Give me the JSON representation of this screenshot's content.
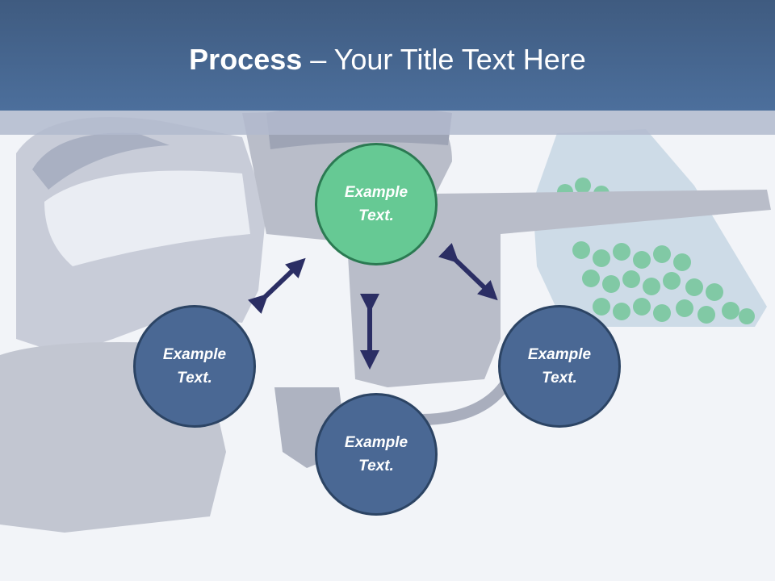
{
  "title": {
    "bold": "Process",
    "rest": " – Your Title Text Here"
  },
  "nodes": [
    {
      "id": "center",
      "label": "Example Text."
    },
    {
      "id": "left",
      "label": "Example Text."
    },
    {
      "id": "bottom",
      "label": "Example Text."
    },
    {
      "id": "right",
      "label": "Example Text."
    }
  ],
  "colors": {
    "header": "#4c6f9c",
    "node_fill": "#4a6894",
    "node_active_fill": "#66c994",
    "arrow": "#2b2e64"
  },
  "icons": {
    "arrows": "double-headed-arrow-icon"
  }
}
